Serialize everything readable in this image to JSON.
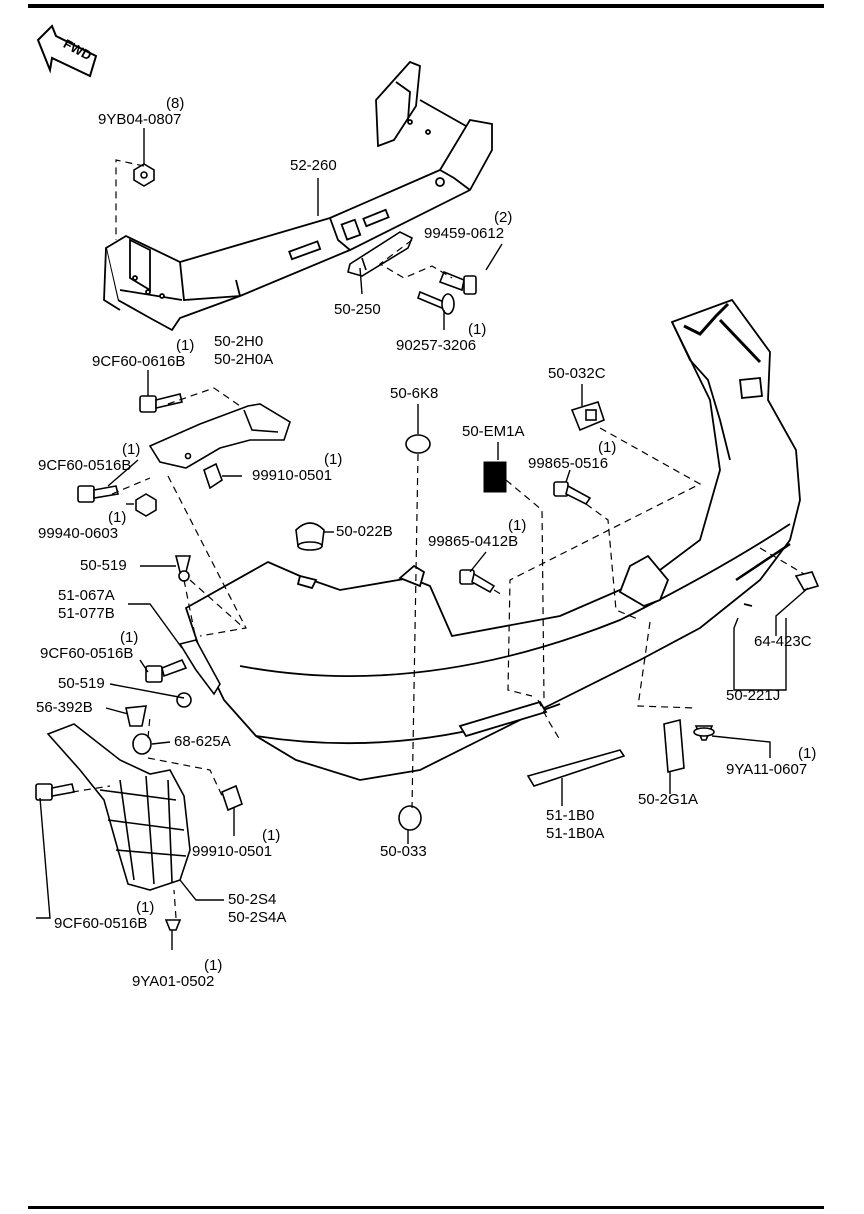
{
  "fwd_label": "FWD",
  "parts": [
    {
      "id": "yb04",
      "number": "9YB04-0807",
      "qty": "(8)"
    },
    {
      "id": "p52260",
      "number": "52-260",
      "qty": ""
    },
    {
      "id": "p99459",
      "number": "99459-0612",
      "qty": "(2)"
    },
    {
      "id": "p50250",
      "number": "50-250",
      "qty": ""
    },
    {
      "id": "p90257",
      "number": "90257-3206",
      "qty": "(1)"
    },
    {
      "id": "p502h0",
      "number": "50-2H0",
      "qty": ""
    },
    {
      "id": "p502h0a",
      "number": "50-2H0A",
      "qty": ""
    },
    {
      "id": "cf0616b",
      "number": "9CF60-0616B",
      "qty": "(1)"
    },
    {
      "id": "p506k8",
      "number": "50-6K8",
      "qty": ""
    },
    {
      "id": "p50032c",
      "number": "50-032C",
      "qty": ""
    },
    {
      "id": "p50em1a",
      "number": "50-EM1A",
      "qty": ""
    },
    {
      "id": "cf0516b_a",
      "number": "9CF60-0516B",
      "qty": "(1)"
    },
    {
      "id": "p99910_a",
      "number": "99910-0501",
      "qty": "(1)"
    },
    {
      "id": "p99865_0516",
      "number": "99865-0516",
      "qty": "(1)"
    },
    {
      "id": "p99940",
      "number": "99940-0603",
      "qty": "(1)"
    },
    {
      "id": "p50022b",
      "number": "50-022B",
      "qty": ""
    },
    {
      "id": "p99865_0412b",
      "number": "99865-0412B",
      "qty": "(1)"
    },
    {
      "id": "p50519_a",
      "number": "50-519",
      "qty": ""
    },
    {
      "id": "p51067a",
      "number": "51-067A",
      "qty": ""
    },
    {
      "id": "p51077b",
      "number": "51-077B",
      "qty": ""
    },
    {
      "id": "p64423c",
      "number": "64-423C",
      "qty": ""
    },
    {
      "id": "cf0516b_b",
      "number": "9CF60-0516B",
      "qty": "(1)"
    },
    {
      "id": "p50221j",
      "number": "50-221J",
      "qty": ""
    },
    {
      "id": "p50519_b",
      "number": "50-519",
      "qty": ""
    },
    {
      "id": "p56392b",
      "number": "56-392B",
      "qty": ""
    },
    {
      "id": "p68625a",
      "number": "68-625A",
      "qty": ""
    },
    {
      "id": "ya11",
      "number": "9YA11-0607",
      "qty": "(1)"
    },
    {
      "id": "p511b0",
      "number": "51-1B0",
      "qty": ""
    },
    {
      "id": "p511b0a",
      "number": "51-1B0A",
      "qty": ""
    },
    {
      "id": "p502g1a",
      "number": "50-2G1A",
      "qty": ""
    },
    {
      "id": "p99910_b",
      "number": "99910-0501",
      "qty": "(1)"
    },
    {
      "id": "p50033",
      "number": "50-033",
      "qty": ""
    },
    {
      "id": "p502s4",
      "number": "50-2S4",
      "qty": ""
    },
    {
      "id": "p502s4a",
      "number": "50-2S4A",
      "qty": ""
    },
    {
      "id": "cf0516b_c",
      "number": "9CF60-0516B",
      "qty": "(1)"
    },
    {
      "id": "ya01",
      "number": "9YA01-0502",
      "qty": "(1)"
    }
  ]
}
